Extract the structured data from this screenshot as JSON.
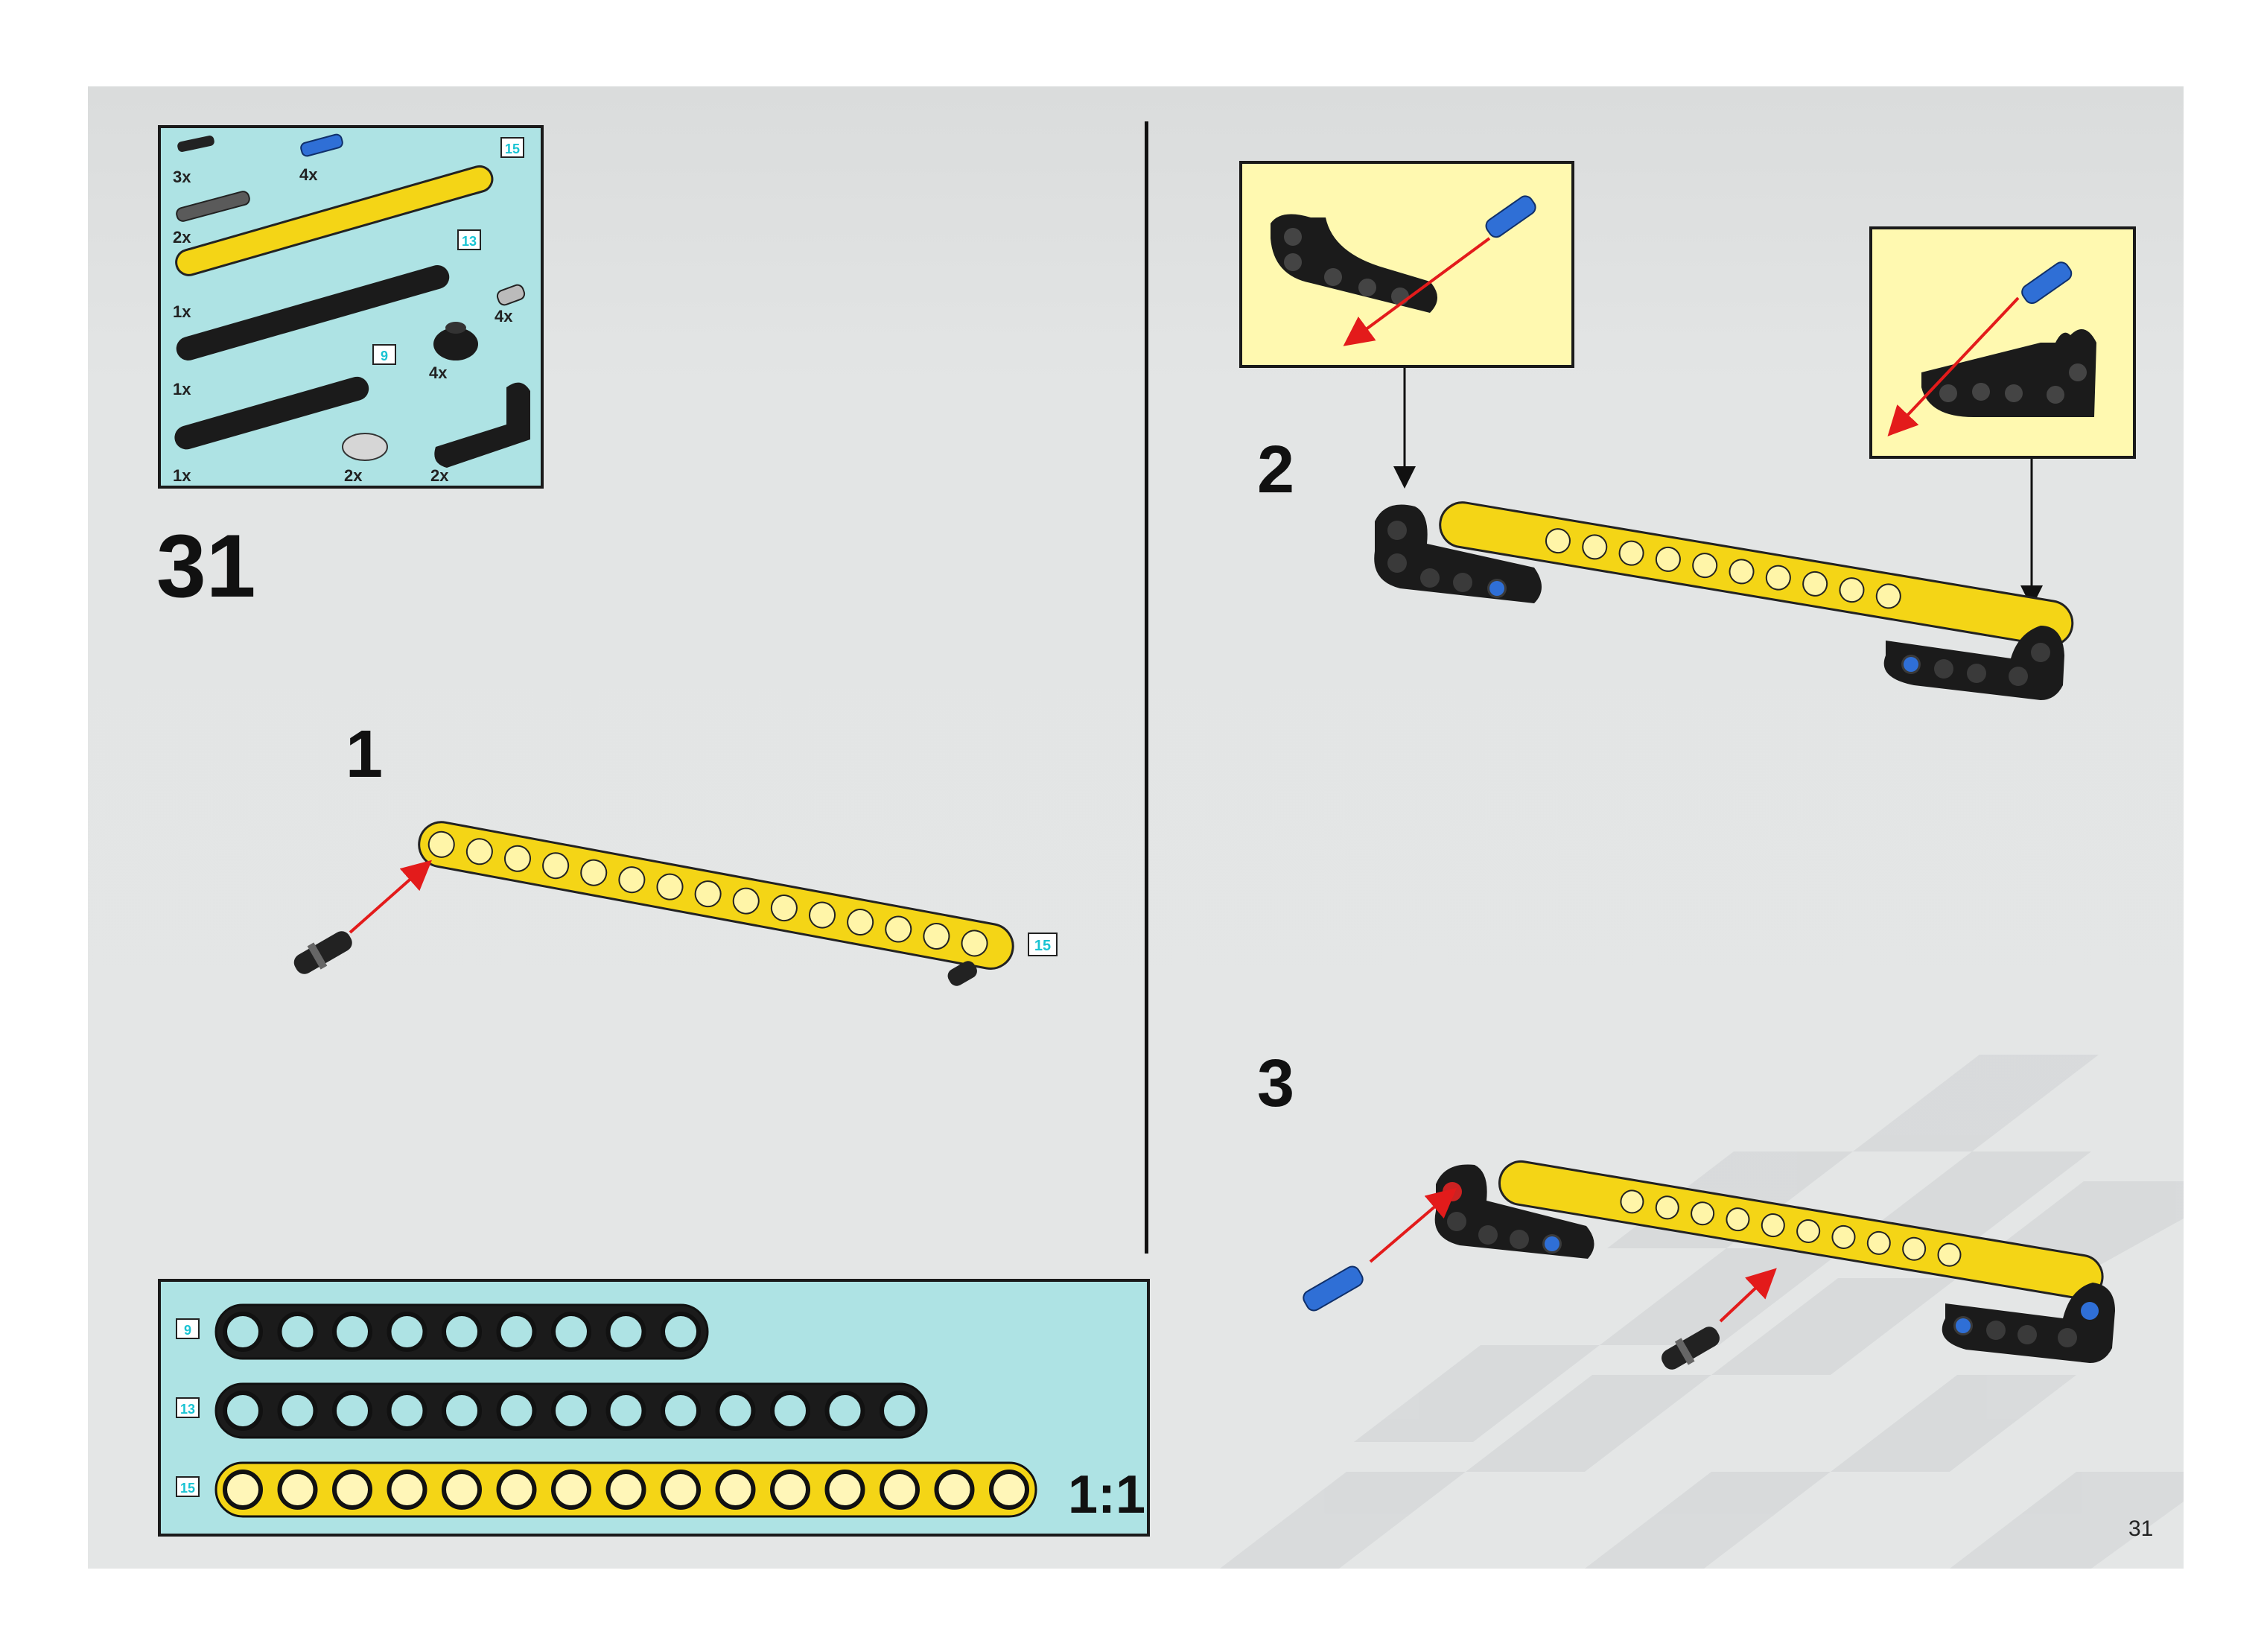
{
  "main_step": "31",
  "page_number": "31",
  "sub_steps": [
    "1",
    "2",
    "3"
  ],
  "scale_label": "1:1",
  "parts_list": [
    {
      "qty": "3x",
      "name": "black-pin"
    },
    {
      "qty": "4x",
      "name": "blue-axle-pin"
    },
    {
      "qty": "2x",
      "name": "dark-grey-axle"
    },
    {
      "qty": "1x",
      "name": "yellow-beam-15",
      "length": "15"
    },
    {
      "qty": "1x",
      "name": "black-beam-13",
      "length": "13"
    },
    {
      "qty": "4x",
      "name": "grey-bush"
    },
    {
      "qty": "4x",
      "name": "black-round-connector"
    },
    {
      "qty": "1x",
      "name": "black-beam-9",
      "length": "9"
    },
    {
      "qty": "2x",
      "name": "grey-round-plate"
    },
    {
      "qty": "2x",
      "name": "black-angled-beam"
    }
  ],
  "step1_length_label": "15",
  "ruler": [
    {
      "length": "9",
      "holes": 9,
      "color": "#1b1b1b"
    },
    {
      "length": "13",
      "holes": 13,
      "color": "#1b1b1b"
    },
    {
      "length": "15",
      "holes": 15,
      "color": "#f4d516"
    }
  ],
  "colors": {
    "yellow": "#f4d516",
    "black": "#1b1b1b",
    "blue": "#2f6fd6",
    "arrow": "#e31b1b",
    "callout": "#fff9b0",
    "parts_bg": "#aee3e4"
  }
}
